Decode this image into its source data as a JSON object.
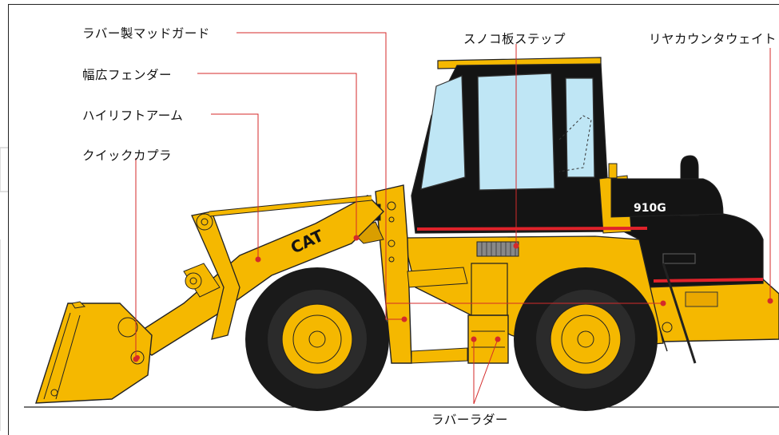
{
  "labels": {
    "rubber_mudguard": "ラバー製マッドガード",
    "wide_fender": "幅広フェンダー",
    "high_lift_arm": "ハイリフトアーム",
    "quick_coupler": "クイックカプラ",
    "slatted_step": "スノコ板ステップ",
    "rear_counterweight": "リヤカウンタウェイト",
    "rubber_ladder": "ラバーラダー"
  },
  "machine": {
    "brand": "CAT",
    "model": "910G"
  },
  "colors": {
    "body": "#f5b800",
    "body_dark": "#d99e00",
    "black": "#141414",
    "stripe": "#e0222a",
    "leader": "#d42a2a",
    "glass": "#bfe6f5"
  }
}
